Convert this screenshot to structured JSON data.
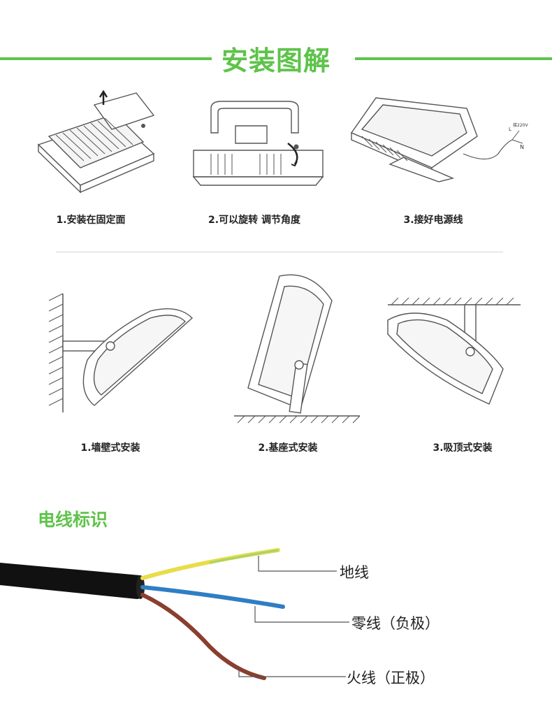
{
  "header": {
    "title": "安装图解"
  },
  "install_steps": [
    {
      "label": "1.安装在固定面"
    },
    {
      "label": "2.可以旋转 调节角度"
    },
    {
      "label": "3.接好电源线"
    }
  ],
  "wiring_mini": {
    "l": "L",
    "n": "N",
    "voltage": "接220V"
  },
  "mount_types": [
    {
      "label": "1.墙壁式安装"
    },
    {
      "label": "2.基座式安装"
    },
    {
      "label": "3.吸顶式安装"
    }
  ],
  "wire_section": {
    "title": "电线标识",
    "wires": [
      {
        "label": "地线",
        "color": "#e8dd4a"
      },
      {
        "label": "零线（负极）",
        "color": "#2f7ec4"
      },
      {
        "label": "火线（正极）",
        "color": "#8a3f2e"
      }
    ]
  },
  "colors": {
    "accent": "#5ec34a",
    "cable": "#111111"
  }
}
